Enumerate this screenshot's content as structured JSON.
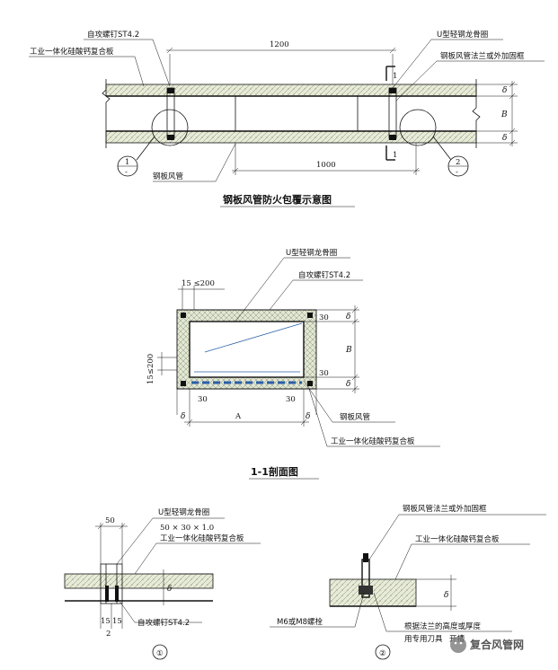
{
  "diagram1": {
    "title": "钢板风管防火包覆示意图",
    "label_screw": "自攻螺钉ST4.2",
    "label_board": "工业一体化硅酸钙复合板",
    "label_u_frame": "U型轻钢龙骨圈",
    "label_flange": "钢板风管法兰或外加固框",
    "label_duct": "钢板风管",
    "dim_top": "1200",
    "dim_bottom": "1000",
    "section_mark": "1",
    "delta": "δ",
    "B": "B",
    "detail_1": "1",
    "detail_2": "2",
    "detail_sub": "-"
  },
  "diagram2": {
    "title": "1-1剖面图",
    "label_u_frame": "U型轻钢龙骨圈",
    "label_screw": "自攻螺钉ST4.2",
    "label_duct": "钢板风管",
    "label_board": "工业一体化硅酸钙复合板",
    "dim_top_spacing": "15 ≤200",
    "dim_side_spacing": "15≤200",
    "dim_30": "30",
    "A": "A",
    "B": "B",
    "delta": "δ"
  },
  "detail1": {
    "label_u_frame": "U型轻钢龙骨圈",
    "label_u_size": "50 × 30 × 1.0",
    "label_board": "工业一体化硅酸钙复合板",
    "label_screw": "自攻螺钉ST4.2",
    "dim_50": "50",
    "dim_15a": "15",
    "dim_15b": "15",
    "dim_2": "2",
    "delta": "δ",
    "number": "①"
  },
  "detail2": {
    "label_flange": "钢板风管法兰或外加固框",
    "label_board": "工业一体化硅酸钙复合板",
    "label_bolt": "M6或M8螺栓",
    "label_note_1": "根据法兰的高度或厚度",
    "label_note_2": "用专用刀具",
    "label_note_3": "开槽",
    "delta": "δ",
    "number": "②"
  },
  "watermark": {
    "text": "复合风管网"
  }
}
